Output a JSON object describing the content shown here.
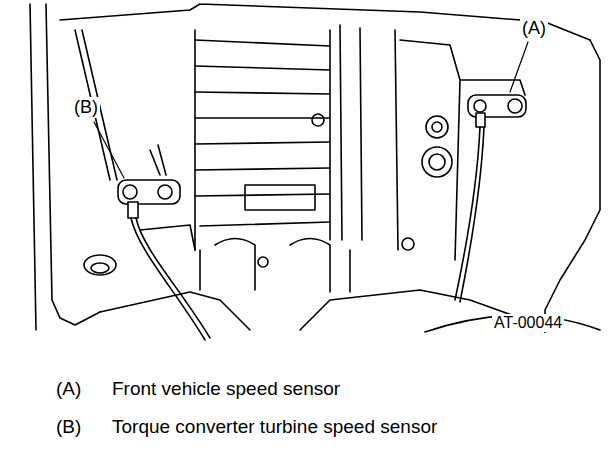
{
  "diagram": {
    "labels": [
      "(A)",
      "(B)",
      "AT-00044",
      "(A)",
      "Front vehicle speed sensor",
      "(B)",
      "Torque converter turbine speed sensor"
    ]
  }
}
